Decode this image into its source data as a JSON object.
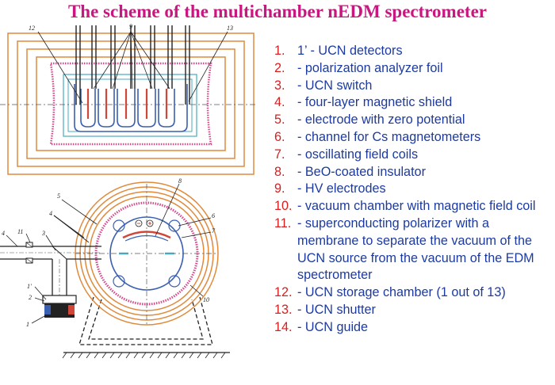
{
  "title": "The scheme of the multichamber nEDM spectrometer",
  "colors": {
    "title": "#c8177f",
    "legend_text": "#1c3aa0",
    "legend_number": "#d81e1e",
    "shield": "#e08a3c",
    "electrode_red": "#d0473a",
    "electrode_blue": "#3b5fb0",
    "field_cyan": "#48a9c0"
  },
  "legend": [
    {
      "num": "1.",
      "text": "1’ - UCN detectors"
    },
    {
      "num": "2.",
      "text": "- polarization analyzer foil"
    },
    {
      "num": "3.",
      "text": "- UCN switch"
    },
    {
      "num": "4.",
      "text": "- four-layer magnetic shield"
    },
    {
      "num": "5.",
      "text": "- electrode with zero potential"
    },
    {
      "num": "6.",
      "text": "- channel for Cs magnetometers"
    },
    {
      "num": "7.",
      "text": "- oscillating field coils"
    },
    {
      "num": "8.",
      "text": "- BeO-coated insulator"
    },
    {
      "num": "9.",
      "text": "- HV electrodes"
    },
    {
      "num": "10.",
      "text": "- vacuum chamber with magnetic field coil"
    },
    {
      "num": "11.",
      "text": "- superconducting polarizer with a membrane to separate the vacuum of the UCN source from the vacuum of the EDM spectrometer"
    },
    {
      "num": "12.",
      "text": "- UCN storage chamber (1 out of 13)"
    },
    {
      "num": "13.",
      "text": "- UCN shutter"
    },
    {
      "num": "14.",
      "text": "- UCN guide"
    }
  ],
  "top_view_labels": [
    "12",
    "9",
    "13"
  ],
  "side_view_labels": [
    "5",
    "4",
    "8",
    "6",
    "7",
    "4",
    "11",
    "3",
    "1′",
    "2",
    "1",
    "10"
  ]
}
